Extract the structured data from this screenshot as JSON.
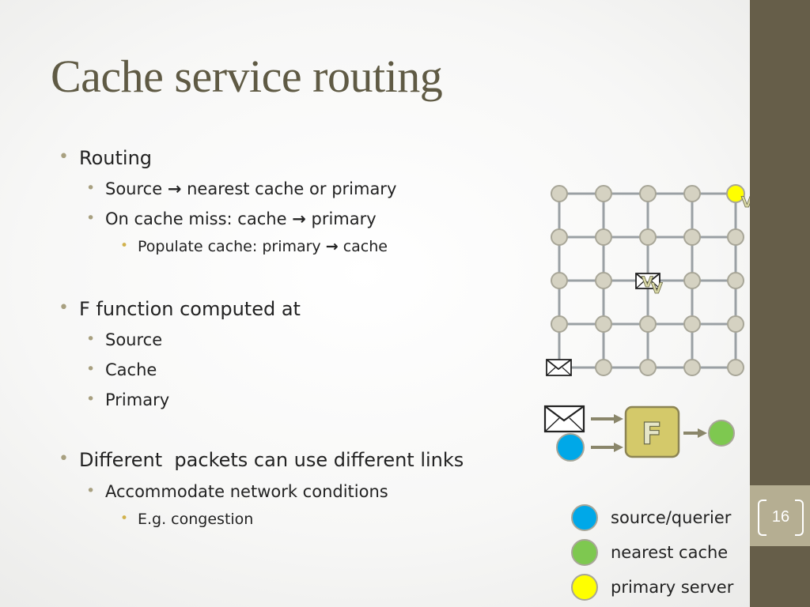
{
  "slide": {
    "title": "Cache service routing",
    "page_number": "16"
  },
  "bullets": {
    "routing": "Routing",
    "source_pre": "Source",
    "source_post": "nearest cache or primary",
    "miss_pre": "On cache miss: cache",
    "miss_post": "primary",
    "populate_pre": "Populate cache: primary",
    "populate_post": "cache",
    "ffunc": "F function computed at",
    "ffunc_items": [
      "Source",
      "Cache",
      "Primary"
    ],
    "different": "Different  packets can use different links",
    "accommodate": "Accommodate network conditions",
    "congestion": "E.g. congestion",
    "arrow_glyph": "→"
  },
  "diagram": {
    "v_label": "V",
    "f_label": "F",
    "legend": [
      {
        "label": "source/querier",
        "color": "#00a8e8"
      },
      {
        "label": "nearest cache",
        "color": "#7ec850"
      },
      {
        "label": "primary server",
        "color": "#ffff00"
      }
    ],
    "colors": {
      "node_fill": "#d5d2c2",
      "node_stroke": "#a8a698",
      "link": "#9aa0a4",
      "f_box_fill": "#d4c96a",
      "f_box_stroke": "#8c8454",
      "arrow": "#8a866a"
    }
  }
}
